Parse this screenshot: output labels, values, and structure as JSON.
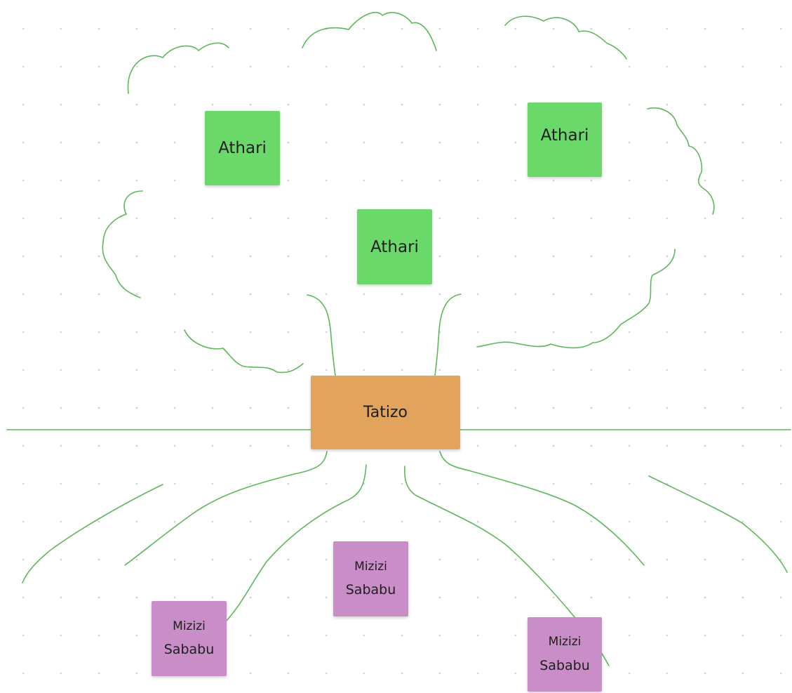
{
  "board": {
    "problem": {
      "label": "Tatizo",
      "color": "#e2a45c"
    },
    "effects": [
      {
        "label": "Athari"
      },
      {
        "label": "Athari"
      },
      {
        "label": "Athari"
      }
    ],
    "causes": [
      {
        "line1": "Mizizi",
        "line2": "Sababu"
      },
      {
        "line1": "Mizizi",
        "line2": "Sababu"
      },
      {
        "line1": "Mizizi",
        "line2": "Sababu"
      }
    ],
    "colors": {
      "effect": "#6ad96a",
      "cause": "#c98ec7",
      "line": "#5cb85c"
    }
  }
}
